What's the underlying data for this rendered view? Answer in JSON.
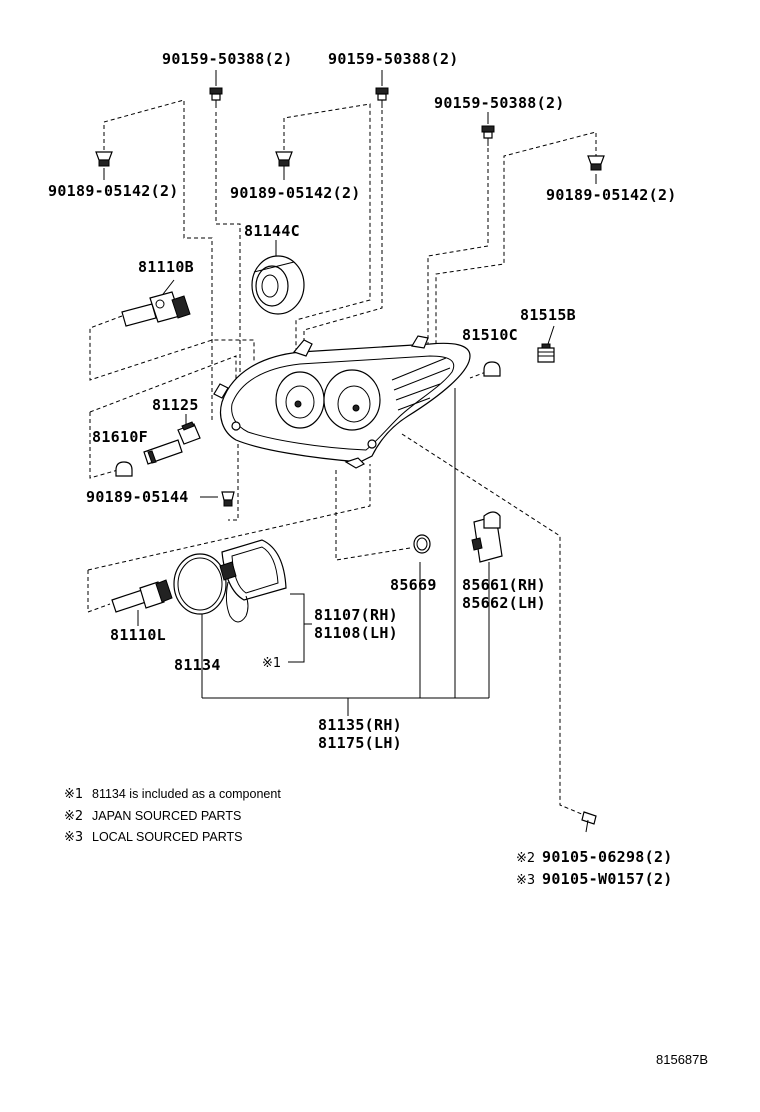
{
  "labels": {
    "bolt_top_left": "90159-50388(2)",
    "bolt_top_mid": "90159-50388(2)",
    "bolt_right": "90159-50388(2)",
    "clip_left": "90189-05142(2)",
    "clip_mid": "90189-05142(2)",
    "clip_right": "90189-05142(2)",
    "cap_81144c": "81144C",
    "bulb_81110b": "81110B",
    "socket_81515b": "81515B",
    "bulb_81510c": "81510C",
    "socket_81125": "81125",
    "bulb_81610f": "81610F",
    "clip_90189_05144": "90189-05144",
    "gasket_85669": "85669",
    "relay_rh": "85661(RH)",
    "relay_lh": "85662(LH)",
    "ballast_rh": "81107(RH)",
    "ballast_lh": "81108(LH)",
    "ballast_note_mark": "※1",
    "bulb_81110l": "81110L",
    "gasket_81134": "81134",
    "unit_rh": "81135(RH)",
    "unit_lh": "81175(LH)",
    "screw_japan_mark": "※2",
    "screw_japan": "90105-06298(2)",
    "screw_local_mark": "※3",
    "screw_local": "90105-W0157(2)"
  },
  "notes": [
    {
      "mark": "※1",
      "text": "81134 is included as a component"
    },
    {
      "mark": "※2",
      "text": "JAPAN SOURCED PARTS"
    },
    {
      "mark": "※3",
      "text": "LOCAL SOURCED PARTS"
    }
  ],
  "figure_id": "815687B"
}
